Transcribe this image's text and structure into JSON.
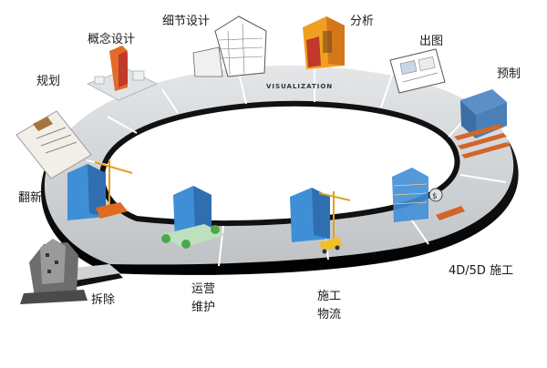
{
  "ring_banner": "VISUALIZATION",
  "stages": [
    {
      "id": "chaichu",
      "label": "拆除"
    },
    {
      "id": "fanxin",
      "label": "翻新"
    },
    {
      "id": "guihua",
      "label": "规划"
    },
    {
      "id": "gainian",
      "label": "概念设计"
    },
    {
      "id": "xijie",
      "label": "细节设计"
    },
    {
      "id": "fenxi",
      "label": "分析"
    },
    {
      "id": "chutu",
      "label": "出图"
    },
    {
      "id": "yuzhi",
      "label": "预制"
    },
    {
      "id": "sidwu",
      "label": "4D/5D 施工"
    },
    {
      "id": "wuliu",
      "label_line1": "施工",
      "label_line2": "物流"
    },
    {
      "id": "yunying",
      "label_line1": "运营",
      "label_line2": "维护"
    }
  ],
  "colors": {
    "ring_top": "#cfd2d4",
    "ring_side": "#111111",
    "ring_line": "#ffffff",
    "building_blue": "#3f8fd6",
    "building_gray": "#9aa3ab",
    "building_orange": "#f0a020",
    "crane": "#e0a020",
    "tree_green": "#4ca84a"
  },
  "icons": [
    "demolished-building-icon",
    "renovation-building-icon",
    "clipboard-plan-icon",
    "concept-model-icon",
    "detail-building-icon",
    "analysis-building-icon",
    "drawing-sheet-icon",
    "prefab-machine-icon",
    "construction-4d-icon",
    "construction-logistics-icon",
    "operation-building-icon"
  ]
}
